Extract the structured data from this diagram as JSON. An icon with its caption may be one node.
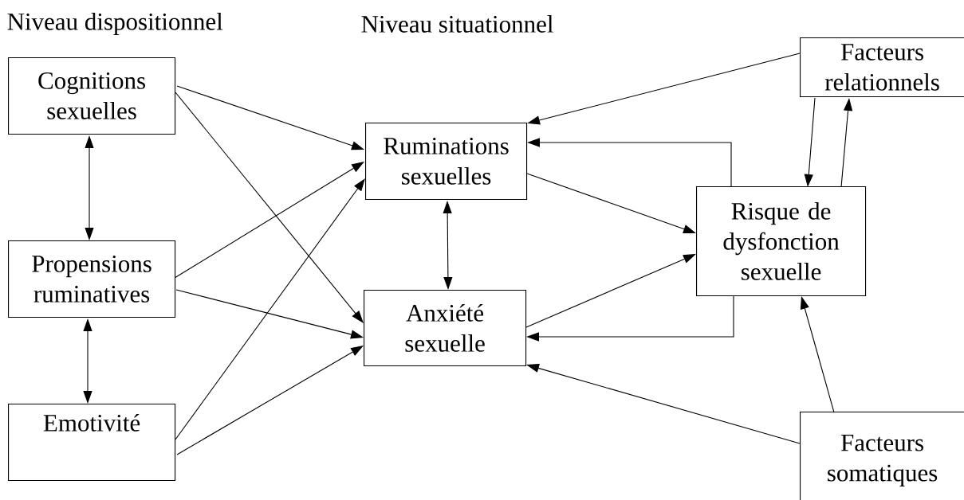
{
  "diagram": {
    "nodes": [
      {
        "text": [
          "Cognitions sexuelles"
        ]
      },
      {
        "text": [
          "Propensions ruminatives"
        ]
      },
      {
        "text": [
          "Emotivité"
        ]
      },
      {
        "text": [
          "Ruminations sexuelles"
        ]
      },
      {
        "text": [
          "Anxiété sexuelle"
        ]
      },
      {
        "text": [
          "Risque de dysfonction sexuelle"
        ]
      },
      {
        "text": [
          "Facteurs relationnels"
        ]
      },
      {
        "text": [
          "Facteurs somatiques"
        ]
      }
    ],
    "edges": [
      {
        "from": 0,
        "to": 3,
        "arrow": "to"
      },
      {
        "from": 0,
        "to": 4,
        "arrow": "to"
      },
      {
        "from": 0,
        "to": 1,
        "arrow": "both"
      },
      {
        "from": 1,
        "to": 3,
        "arrow": "to"
      },
      {
        "from": 1,
        "to": 4,
        "arrow": "to"
      },
      {
        "from": 1,
        "to": 2,
        "arrow": "both"
      },
      {
        "from": 2,
        "to": 3,
        "arrow": "to"
      },
      {
        "from": 2,
        "to": 4,
        "arrow": "to"
      },
      {
        "from": 3,
        "to": 4,
        "arrow": "both"
      },
      {
        "from": 3,
        "to": 5,
        "arrow": "to"
      },
      {
        "from": 4,
        "to": 5,
        "arrow": "to"
      },
      {
        "from": 5,
        "to": 3,
        "arrow": "to"
      },
      {
        "from": 5,
        "to": 4,
        "arrow": "to"
      },
      {
        "from": 6,
        "to": 3,
        "arrow": "to"
      },
      {
        "from": 6,
        "to": 5,
        "arrow": "to"
      },
      {
        "from": 5,
        "to": 6,
        "arrow": "to"
      },
      {
        "from": 7,
        "to": 4,
        "arrow": "to"
      },
      {
        "from": 7,
        "to": 5,
        "arrow": "to"
      }
    ],
    "labels": [
      "Niveau dispositionnel",
      "Niveau situationnel"
    ]
  }
}
